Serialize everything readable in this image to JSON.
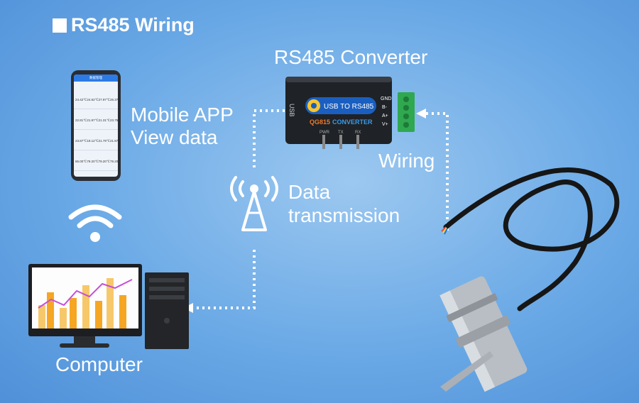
{
  "title": "RS485 Wiring",
  "labels": {
    "converter": "RS485 Converter",
    "mobile_line1": "Mobile APP",
    "mobile_line2": "View data",
    "data_line1": "Data",
    "data_line2": "transmission",
    "wiring": "Wiring",
    "computer": "Computer"
  },
  "converter_device": {
    "port_label": "USB",
    "brand_text": "USB TO RS485",
    "model_text": "QG815",
    "converter_text": "CONVERTER",
    "leds": [
      "PWR",
      "TX",
      "RX"
    ],
    "terminals": [
      "GND",
      "B-",
      "A+",
      "V+"
    ]
  },
  "phone_screen": {
    "header": "数据管理",
    "rows": [
      [
        "24.42℃",
        "24.62℃",
        "27.97℃",
        "26.37℃"
      ],
      [
        "22.81℃",
        "21.97℃",
        "21.31℃",
        "23.75℃"
      ],
      [
        "23.87℃",
        "18.12℃",
        "21.79℃",
        "21.87℃"
      ],
      [
        "65.00℃",
        "79.20℃",
        "79.20℃",
        "79.20℃"
      ]
    ]
  },
  "colors": {
    "bg": "#6aa9e6",
    "chart_orange": "#f5a623",
    "chart_line": "#c44fd8",
    "terminal_green": "#2fa84f"
  }
}
